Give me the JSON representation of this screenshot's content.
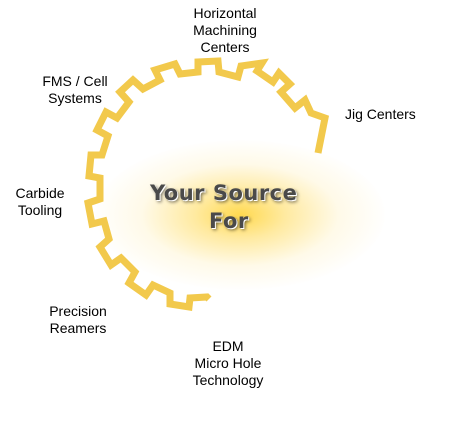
{
  "center": {
    "line1": "Your Source",
    "line2": "For"
  },
  "labels": {
    "horizontal": "Horizontal\nMachining\nCenters",
    "jig": "Jig Centers",
    "fms": "FMS / Cell\nSystems",
    "carbide": "Carbide\nTooling",
    "reamers": "Precision\nReamers",
    "edm": "EDM\nMicro Hole\nTechnology"
  },
  "colors": {
    "gear": "#F2C94C",
    "gear_stroke": "#D8A82A"
  }
}
